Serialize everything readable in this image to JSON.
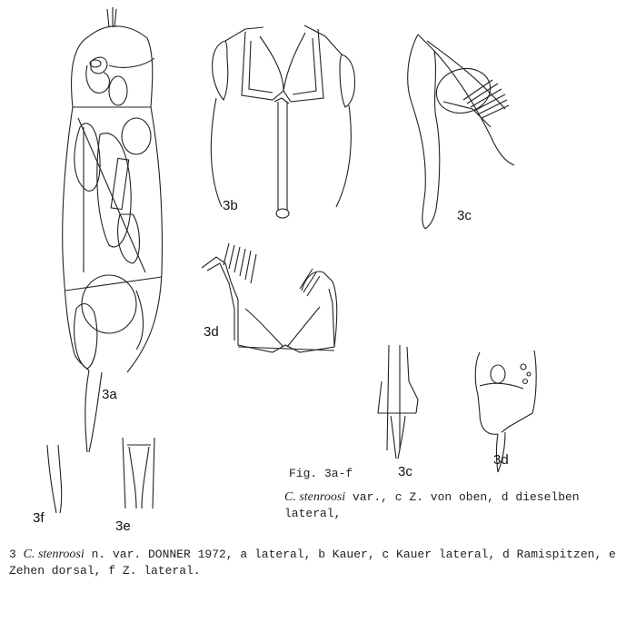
{
  "panels": {
    "a": "3a",
    "b": "3b",
    "c": "3c",
    "d": "3d",
    "e": "3e",
    "f": "3f",
    "c_detail": "3c",
    "d_detail": "3d"
  },
  "figure_caption": "Fig. 3a-f",
  "side_caption": {
    "species": "C. stenroosi",
    "text": " var., c Z. von oben, d dieselben lateral,"
  },
  "main_caption": {
    "number": "3 ",
    "species": "C. stenroosi",
    "text": " n. var. DONNER 1972, a lateral, b Kauer, c Kauer lateral, d Ramispitzen, e Zehen dorsal, f Z. lateral."
  }
}
